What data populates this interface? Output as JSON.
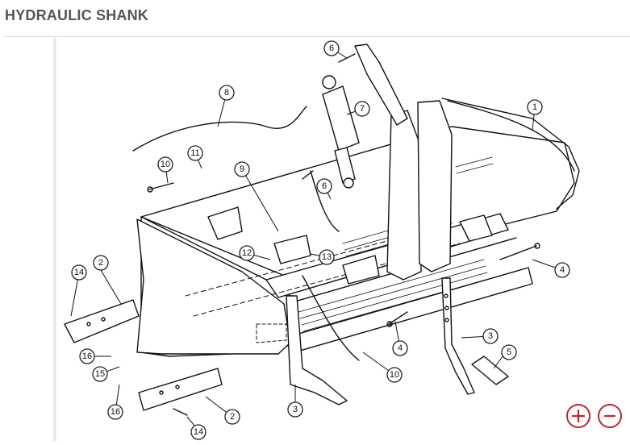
{
  "page": {
    "title": "HYDRAULIC SHANK"
  },
  "callouts": [
    {
      "id": "c1",
      "label": "1"
    },
    {
      "id": "c2a",
      "label": "2"
    },
    {
      "id": "c2b",
      "label": "2"
    },
    {
      "id": "c3a",
      "label": "3"
    },
    {
      "id": "c3b",
      "label": "3"
    },
    {
      "id": "c4a",
      "label": "4"
    },
    {
      "id": "c4b",
      "label": "4"
    },
    {
      "id": "c5",
      "label": "5"
    },
    {
      "id": "c6a",
      "label": "6"
    },
    {
      "id": "c6b",
      "label": "6"
    },
    {
      "id": "c7",
      "label": "7"
    },
    {
      "id": "c8",
      "label": "8"
    },
    {
      "id": "c9",
      "label": "9"
    },
    {
      "id": "c10a",
      "label": "10"
    },
    {
      "id": "c10b",
      "label": "10"
    },
    {
      "id": "c11",
      "label": "11"
    },
    {
      "id": "c12",
      "label": "12"
    },
    {
      "id": "c13",
      "label": "13"
    },
    {
      "id": "c14a",
      "label": "14"
    },
    {
      "id": "c14b",
      "label": "14"
    },
    {
      "id": "c15",
      "label": "15"
    },
    {
      "id": "c16a",
      "label": "16"
    },
    {
      "id": "c16b",
      "label": "16"
    }
  ],
  "controls": {
    "zoom_in_icon": "plus-icon",
    "zoom_out_icon": "minus-icon",
    "accent_color": "#c0272d"
  }
}
